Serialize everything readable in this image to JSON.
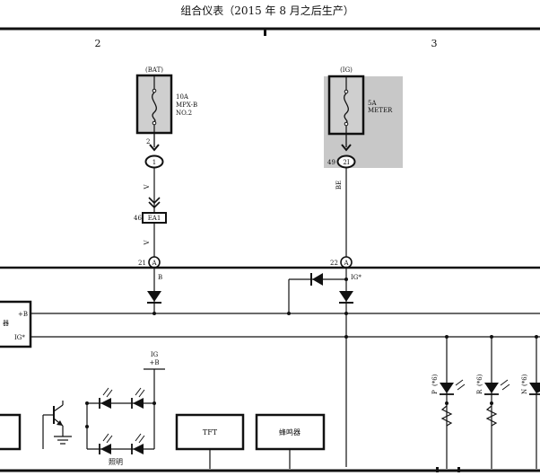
{
  "title": "组合仪表（2015 年 8 月之后生产）",
  "columns": [
    "2",
    "3"
  ],
  "fuse_bat": {
    "source": "(BAT)",
    "rating": "10A",
    "name": "MPX-B",
    "number": "NO.2",
    "pin": "2",
    "connector": "1"
  },
  "fuse_ig": {
    "source": "(IG)",
    "rating": "5A",
    "name": "METER",
    "pin": "49",
    "connector": "2I"
  },
  "wire_colors": {
    "v_upper": "V",
    "v_lower": "V",
    "be": "BE",
    "b": "B"
  },
  "junction": {
    "pin": "46",
    "label": "EA1"
  },
  "meter_pins": [
    {
      "pin": "21",
      "label": "A"
    },
    {
      "pin": "22",
      "label": "A"
    }
  ],
  "ig_star": "IG*",
  "bus_labels": {
    "b_plus": "+B",
    "ig_star": "IG*",
    "left_fragment": "器"
  },
  "led_supply": {
    "line1": "IG",
    "line2": "+B"
  },
  "lighting": "照明",
  "tft": "TFT",
  "buzzer": "蜂鸣器",
  "indicators": [
    {
      "letter": "P",
      "mark": "(*6)"
    },
    {
      "letter": "R",
      "mark": "(*6)"
    },
    {
      "letter": "N",
      "mark": "(*6)"
    }
  ]
}
